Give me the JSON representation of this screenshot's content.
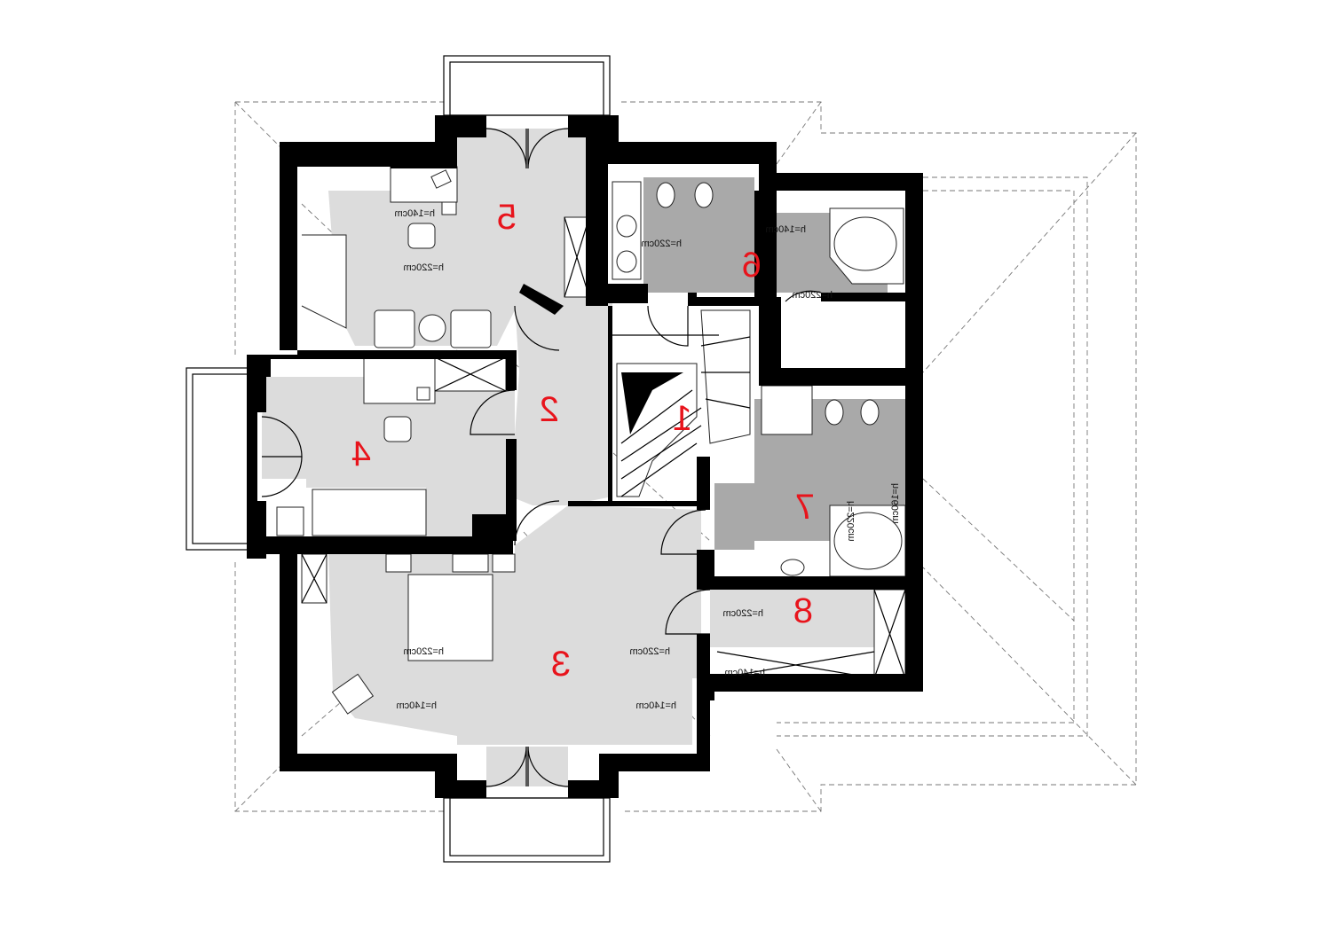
{
  "rooms": [
    {
      "id": "1",
      "label": "1"
    },
    {
      "id": "2",
      "label": "2"
    },
    {
      "id": "3",
      "label": "3"
    },
    {
      "id": "4",
      "label": "4"
    },
    {
      "id": "5",
      "label": "5"
    },
    {
      "id": "6",
      "label": "6"
    },
    {
      "id": "7",
      "label": "7"
    },
    {
      "id": "8",
      "label": "8"
    }
  ],
  "dimensions": {
    "room5_h140": "h=140cm",
    "room5_h220": "h=220cm",
    "bath_h220": "h=220cm",
    "room6_h140": "h=140cm",
    "room6_h220": "h=220cm",
    "room7_h220": "h=220cm",
    "room7_h160": "h=160cm",
    "room8_h220": "h=220cm",
    "room8_h140": "h=140cm",
    "room3_bed_h220": "h=220cm",
    "room3_h220": "h=220cm",
    "room3_left_h140": "h=140cm",
    "room3_right_h140": "h=140cm"
  },
  "colors": {
    "wall": "#000000",
    "floor_light": "#dcdcdc",
    "floor_dark": "#a9a9a9",
    "room_number": "#e8141c"
  }
}
